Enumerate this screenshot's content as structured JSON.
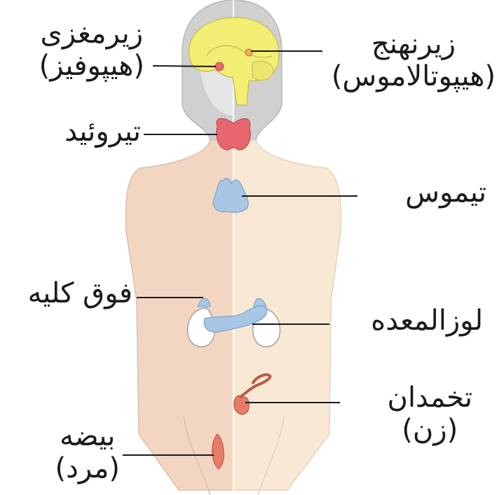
{
  "labels": {
    "pituitary": {
      "line1": "زیرمغزی",
      "line2": "(هیپوفیز)"
    },
    "hypothalamus": {
      "line1": "زیرنهنج",
      "line2": "(هیپوتالاموس)"
    },
    "thyroid": "تیروئید",
    "thymus": "تیموس",
    "adrenal": "فوق کلیه",
    "pancreas": "لوزالمعده",
    "ovary": {
      "line1": "تخمدان",
      "line2": "(زن)"
    },
    "testis": {
      "line1": "بیضه",
      "line2": "(مرد)"
    }
  },
  "colors": {
    "body_left": "#f3d6c2",
    "body_right": "#f9e9d4",
    "head": "#c8c8c8",
    "brain": "#f3ee74",
    "thyroid": "#e8676f",
    "blue_glands": "#a8c6e6",
    "kidney": "#ffffff",
    "ovary": "#e87a6a",
    "leader_line": "#1a1a1a"
  }
}
